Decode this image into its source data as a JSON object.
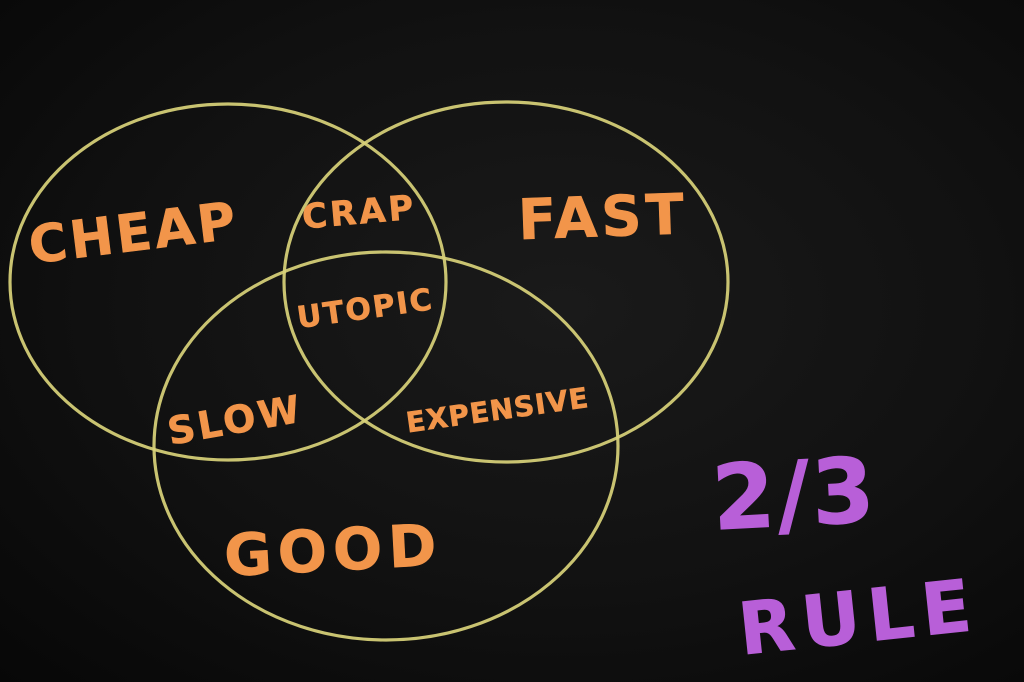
{
  "diagram": {
    "circles": [
      {
        "name": "cheap",
        "label": "CHEAP",
        "color": "#d9d27a"
      },
      {
        "name": "fast",
        "label": "FAST",
        "color": "#d9d27a"
      },
      {
        "name": "good",
        "label": "GOOD",
        "color": "#d9d27a"
      }
    ],
    "intersections": {
      "cheap_fast": "CRAP",
      "cheap_good": "SLOW",
      "fast_good": "EXPENSIVE",
      "all": "UTOPIC"
    },
    "rule": {
      "fraction": "2/3",
      "word": "RULE",
      "color": "#b85fd8"
    },
    "text_color": "#f2954a",
    "background_color": "#111111"
  }
}
